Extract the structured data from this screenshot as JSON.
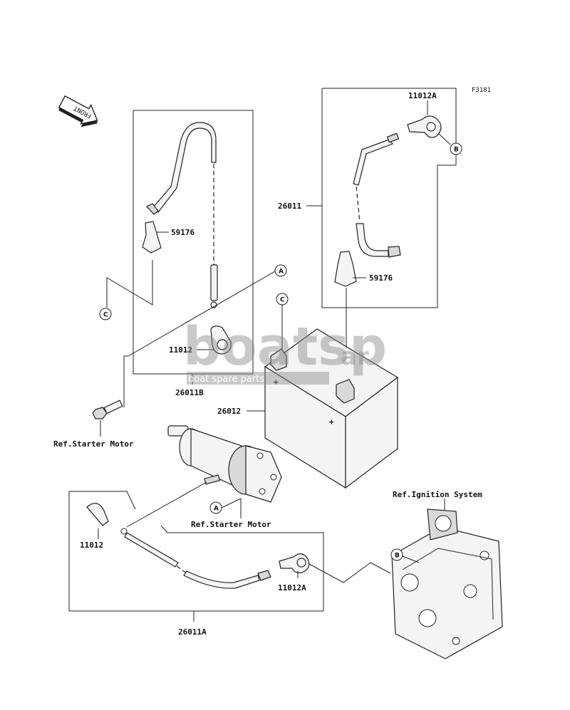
{
  "figure_code": "F3181",
  "front_label": "FRONT",
  "watermark": {
    "brand": "boatsp",
    "suffix": "ar",
    "tagline": "boat spare parts"
  },
  "labels": {
    "p26011": "26011",
    "p26011a": "26011A",
    "p26011b": "26011B",
    "p26012": "26012",
    "p59176_left": "59176",
    "p59176_right": "59176",
    "p11012_top": "11012",
    "p11012_bottom": "11012",
    "p11012a_top": "11012A",
    "p11012a_bottom": "11012A"
  },
  "refs": {
    "starter_left": "Ref.Starter Motor",
    "starter_mid": "Ref.Starter Motor",
    "ignition": "Ref.Ignition System"
  },
  "callouts": {
    "a_top": "A",
    "a_bottom": "A",
    "b_top": "B",
    "b_bottom": "B",
    "c_left": "C",
    "c_battery": "C"
  }
}
